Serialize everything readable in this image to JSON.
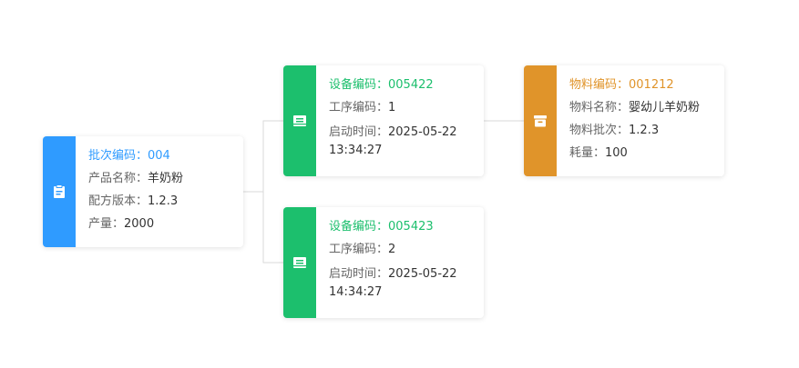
{
  "colors": {
    "batch": "#2f9bff",
    "equipment": "#1cbf6d",
    "material": "#e0942a",
    "connector": "#d9d9d9"
  },
  "batch": {
    "icon": "clipboard-icon",
    "code_label": "批次编码：",
    "code_value": "004",
    "product_label": "产品名称：",
    "product_value": "羊奶粉",
    "recipe_label": "配方版本：",
    "recipe_value": "1.2.3",
    "output_label": "产量：",
    "output_value": "2000"
  },
  "equipment": [
    {
      "icon": "device-icon",
      "code_label": "设备编码：",
      "code_value": "005422",
      "process_label": "工序编码：",
      "process_value": "1",
      "start_label": "启动时间：",
      "start_date": "2025-05-22",
      "start_time": "13:34:27"
    },
    {
      "icon": "device-icon",
      "code_label": "设备编码：",
      "code_value": "005423",
      "process_label": "工序编码：",
      "process_value": "2",
      "start_label": "启动时间：",
      "start_date": "2025-05-22",
      "start_time": "14:34:27"
    }
  ],
  "material": {
    "icon": "archive-box-icon",
    "code_label": "物料编码：",
    "code_value": "001212",
    "name_label": "物料名称：",
    "name_value": "婴幼儿羊奶粉",
    "batch_label": "物料批次：",
    "batch_value": "1.2.3",
    "consumption_label": "耗量：",
    "consumption_value": "100"
  }
}
